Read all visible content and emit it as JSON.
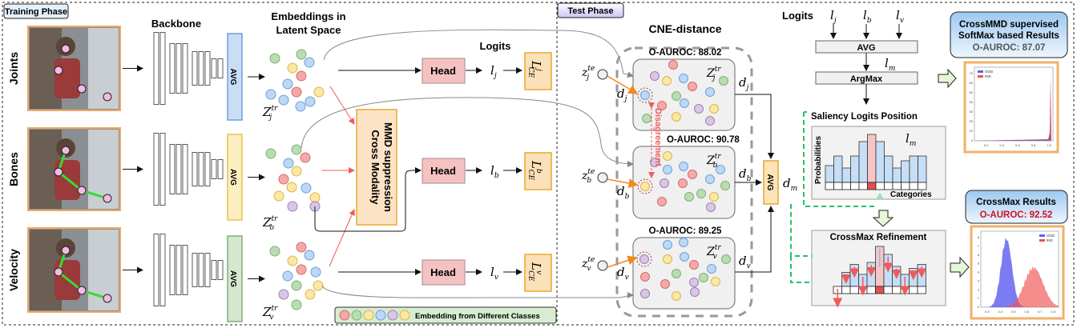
{
  "phases": {
    "training": "Training Phase",
    "test": "Test Phase"
  },
  "rows": [
    {
      "label": "Joints",
      "sub": "j"
    },
    {
      "label": "Bones",
      "sub": "b"
    },
    {
      "label": "Velocity",
      "sub": "v"
    }
  ],
  "backbone": {
    "title": "Backbone",
    "avg_label": "AVG",
    "avg_colors": [
      "#c9ddf5",
      "#fbeec0",
      "#d3e8cf"
    ]
  },
  "embeddings": {
    "title_line1": "Embeddings in",
    "title_line2": "Latent Space",
    "Z": "Z",
    "tr": "tr"
  },
  "cross_modality": {
    "line1": "Cross Modality",
    "line2": "MMD suppression"
  },
  "logits": {
    "title": "Logits",
    "head_label": "Head",
    "l": "l",
    "L": "L",
    "CE": "CE"
  },
  "legend": {
    "label": "Embedding from Different Classes"
  },
  "cne": {
    "title": "CNE-distance",
    "te": "te",
    "d": "d",
    "disagreement": "Disagreement",
    "aurocs": [
      "O-AUROC: 88.02",
      "O-AUROC: 90.78",
      "O-AUROC: 89.25"
    ],
    "avg_label": "AVG",
    "m": "m"
  },
  "pipeline": {
    "title": "Logits",
    "avg": "AVG",
    "argmax": "ArgMax",
    "saliency_title": "Saliency Logits Position",
    "ylabel": "Probabilities",
    "xlabel": "Categories",
    "refinement_title": "CrossMax Refinement"
  },
  "results": {
    "softmax": {
      "line1": "CrossMMD supervised",
      "line2": "SoftMax based Results",
      "auroc": "O-AUROC: 87.07",
      "legend": [
        "OOD",
        "IND"
      ],
      "xticks": [
        "0.2",
        "0.4",
        "0.6",
        "0.8",
        "1.0"
      ],
      "yticks": [
        "0",
        "10",
        "20",
        "30",
        "40",
        "50",
        "60",
        "70"
      ]
    },
    "crossmax": {
      "line1": "CrossMax Results",
      "auroc": "O-AUROC: 92.52",
      "legend": [
        "OOD",
        "IND"
      ],
      "xticks": [
        "0.3",
        "0.4",
        "0.5",
        "0.6",
        "0.7",
        "0.8"
      ],
      "yticks": [
        "0",
        "1",
        "2",
        "3",
        "4",
        "5",
        "6",
        "7",
        "8"
      ]
    }
  },
  "colors": {
    "red": "#f4a9a8",
    "green": "#b9ddb0",
    "yellow": "#fbe8a4",
    "blue": "#bdd8f6",
    "purple": "#d8c6e4",
    "head": "#f4c2c2",
    "loss": "#fce0b8",
    "orange": "#f0a860",
    "dash_green": "#22c26a",
    "accent_red": "#d01020"
  }
}
